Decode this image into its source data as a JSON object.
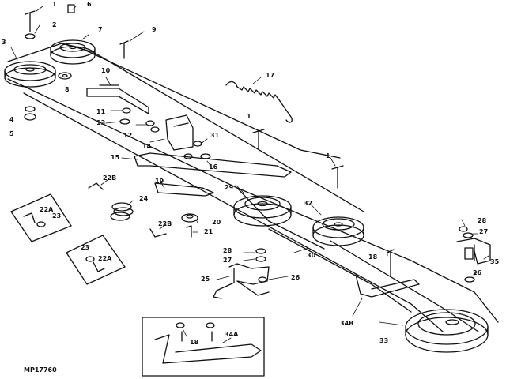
{
  "figure": {
    "code": "MP17760"
  },
  "callouts": {
    "c1": "1",
    "c2": "2",
    "c3": "3",
    "c4": "4",
    "c5": "5",
    "c6": "6",
    "c7": "7",
    "c8": "8",
    "c9": "9",
    "c10": "10",
    "c11": "11",
    "c12": "12",
    "c13": "13",
    "c14": "14",
    "c15": "15",
    "c16": "16",
    "c17": "17",
    "c1b": "1",
    "c19": "19",
    "c29": "29",
    "c31": "31",
    "c22B": "22B",
    "c24": "24",
    "c22A": "22A",
    "c23": "23",
    "c22Bb": "22B",
    "c20": "20",
    "c21": "21",
    "c23b": "23",
    "c22Ab": "22A",
    "c28": "28",
    "c27": "27",
    "c25": "25",
    "c26": "26",
    "c1c": "1",
    "c32": "32",
    "c30": "30",
    "c18": "18",
    "c28b": "28",
    "c27b": "27",
    "c35": "35",
    "c26b": "26",
    "c34B": "34B",
    "c33": "33",
    "c18b": "18",
    "c34A": "34A"
  }
}
